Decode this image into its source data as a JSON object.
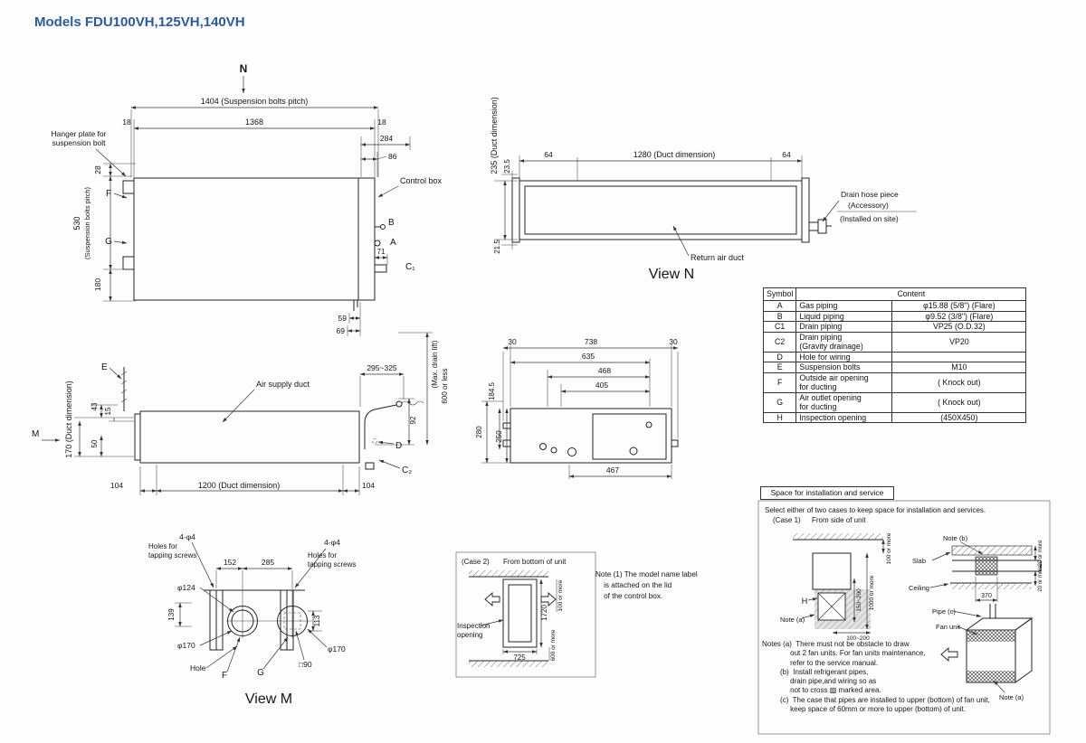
{
  "accent_blue": "#2b5aa5",
  "title": "Models FDU100VH,125VH,140VH",
  "front_view": {
    "arrow_n": "N",
    "hanger_label": "Hanger plate for\nsuspension bolt",
    "control_box": "Control box",
    "d1404": "1404 (Suspension bolts pitch)",
    "d1368": "1368",
    "d18_left": "18",
    "d18_right": "18",
    "d284": "284",
    "d86": "86",
    "d28": "28",
    "d530": "530",
    "d530_note": "(Suspension bolts pitch)",
    "d180": "180",
    "d71": "71",
    "d59": "59",
    "d69": "69",
    "lbl_f": "F",
    "lbl_g": "G",
    "lbl_b": "B",
    "lbl_a": "A",
    "lbl_c1": "C₁"
  },
  "view_n": {
    "d235": "235 (Duct dimension)",
    "d23_5": "23.5",
    "d64_left": "64",
    "d1280": "1280 (Duct dimension)",
    "d64_right": "64",
    "d21_5": "21.5",
    "return_air_duct": "Return air duct",
    "drain_1": "Drain hose piece",
    "drain_2": "(Accessory)",
    "drain_3": "(Installed on site)",
    "caption": "View N"
  },
  "symbol_table": {
    "header_symbol": "Symbol",
    "header_content": "Content",
    "rows": [
      {
        "symbol": "A",
        "name": "Gas piping",
        "value": "φ15.88 (5/8\") (Flare)"
      },
      {
        "symbol": "B",
        "name": "Liquid piping",
        "value": "φ9.52 (3/8\") (Flare)"
      },
      {
        "symbol": "C1",
        "name": "Drain piping",
        "value": "VP25 (O.D.32)"
      },
      {
        "symbol": "C2",
        "name": "Drain piping\n (Gravity drainage)",
        "value": "VP20"
      },
      {
        "symbol": "D",
        "name": "Hole for wiring",
        "value": ""
      },
      {
        "symbol": "E",
        "name": "Suspension bolts",
        "value": "M10"
      },
      {
        "symbol": "F",
        "name": "Outside air opening\nfor ducting",
        "value": "( Knock out)"
      },
      {
        "symbol": "G",
        "name": "Air outlet opening\nfor ducting",
        "value": "( Knock out)"
      },
      {
        "symbol": "H",
        "name": "Inspection opening",
        "value": "(450X450)"
      }
    ]
  },
  "side_view": {
    "lbl_e": "E",
    "lbl_m": "M",
    "d170": "170 (Duct dimension)",
    "d43": "43",
    "d15": "15",
    "d50": "50",
    "air_supply_duct": "Air supply duct",
    "d295_325": "295~325",
    "max_drain": "(Max. drain lift)",
    "d600_or_less": "600 or less",
    "d92": "92",
    "lbl_d": "D",
    "lbl_c2": "C₂",
    "d104_left": "104",
    "d1200": "1200 (Duct dimension)",
    "d104_right": "104"
  },
  "bottom_detail": {
    "d30_left": "30",
    "d738": "738",
    "d30_right": "30",
    "d635": "635",
    "d468": "468",
    "d405": "405",
    "d184_5": "184.5",
    "d280": "280",
    "d250": "250",
    "d467": "467"
  },
  "view_m": {
    "holes_l1": "4-φ4",
    "holes_l2": "Holes for\ntapping screws",
    "holes_r1": "4-φ4",
    "holes_r2": "Holes for\ntapping screws",
    "d152": "152",
    "d285": "285",
    "d124": "φ124",
    "d139": "139",
    "d170_left": "φ170",
    "d113": "113",
    "d90": "□90",
    "d170_right": "φ170",
    "hole": "Hole",
    "lbl_f": "F",
    "lbl_g": "G",
    "caption": "View M"
  },
  "case2": {
    "title": "(Case 2)",
    "subtitle": "From bottom of unit",
    "inspection": "Inspection\nopening",
    "d725": "725",
    "d1720": "1720",
    "d100_or_more": "100 or more",
    "d600_or_more": "600 or more",
    "note1": "Note (1) The model name label\n    is attached on the lid\n    of the control box."
  },
  "install": {
    "header": "Space for installation and service",
    "intro": "Select either of two cases to keep space for installation and services.",
    "case1": "(Case 1)",
    "case1_sub": "From side of unit",
    "note_b": "Note (b)",
    "slab": "Slab",
    "ceiling": "Ceiling",
    "d370": "370",
    "d20_top": "20 or more",
    "d20_bottom": "20 or more",
    "d100_or_more": "100 or more",
    "d150_200": "150~200",
    "d1000_or_more": "1000 or more",
    "d100_200": "100~200",
    "lbl_h": "H",
    "note_a1": "Note (a)",
    "pipe_c": "Pipe (c)",
    "fan_unit": "Fan unit",
    "note_a2": "Note (a)",
    "notes": "Notes (a)  There must not be obstacle to draw\n              out 2 fan units. For fan units maintenance,\n              refer to the service manual.\n         (b)  Install refrigerant pipes,\n              drain pipe,and wiring so as\n              not to cross ▨ marked area.\n         (c)  The case that pipes are installed to upper (bottom) of fan unit,\n              keep space of 60mm or more to upper (bottom) of unit."
  }
}
